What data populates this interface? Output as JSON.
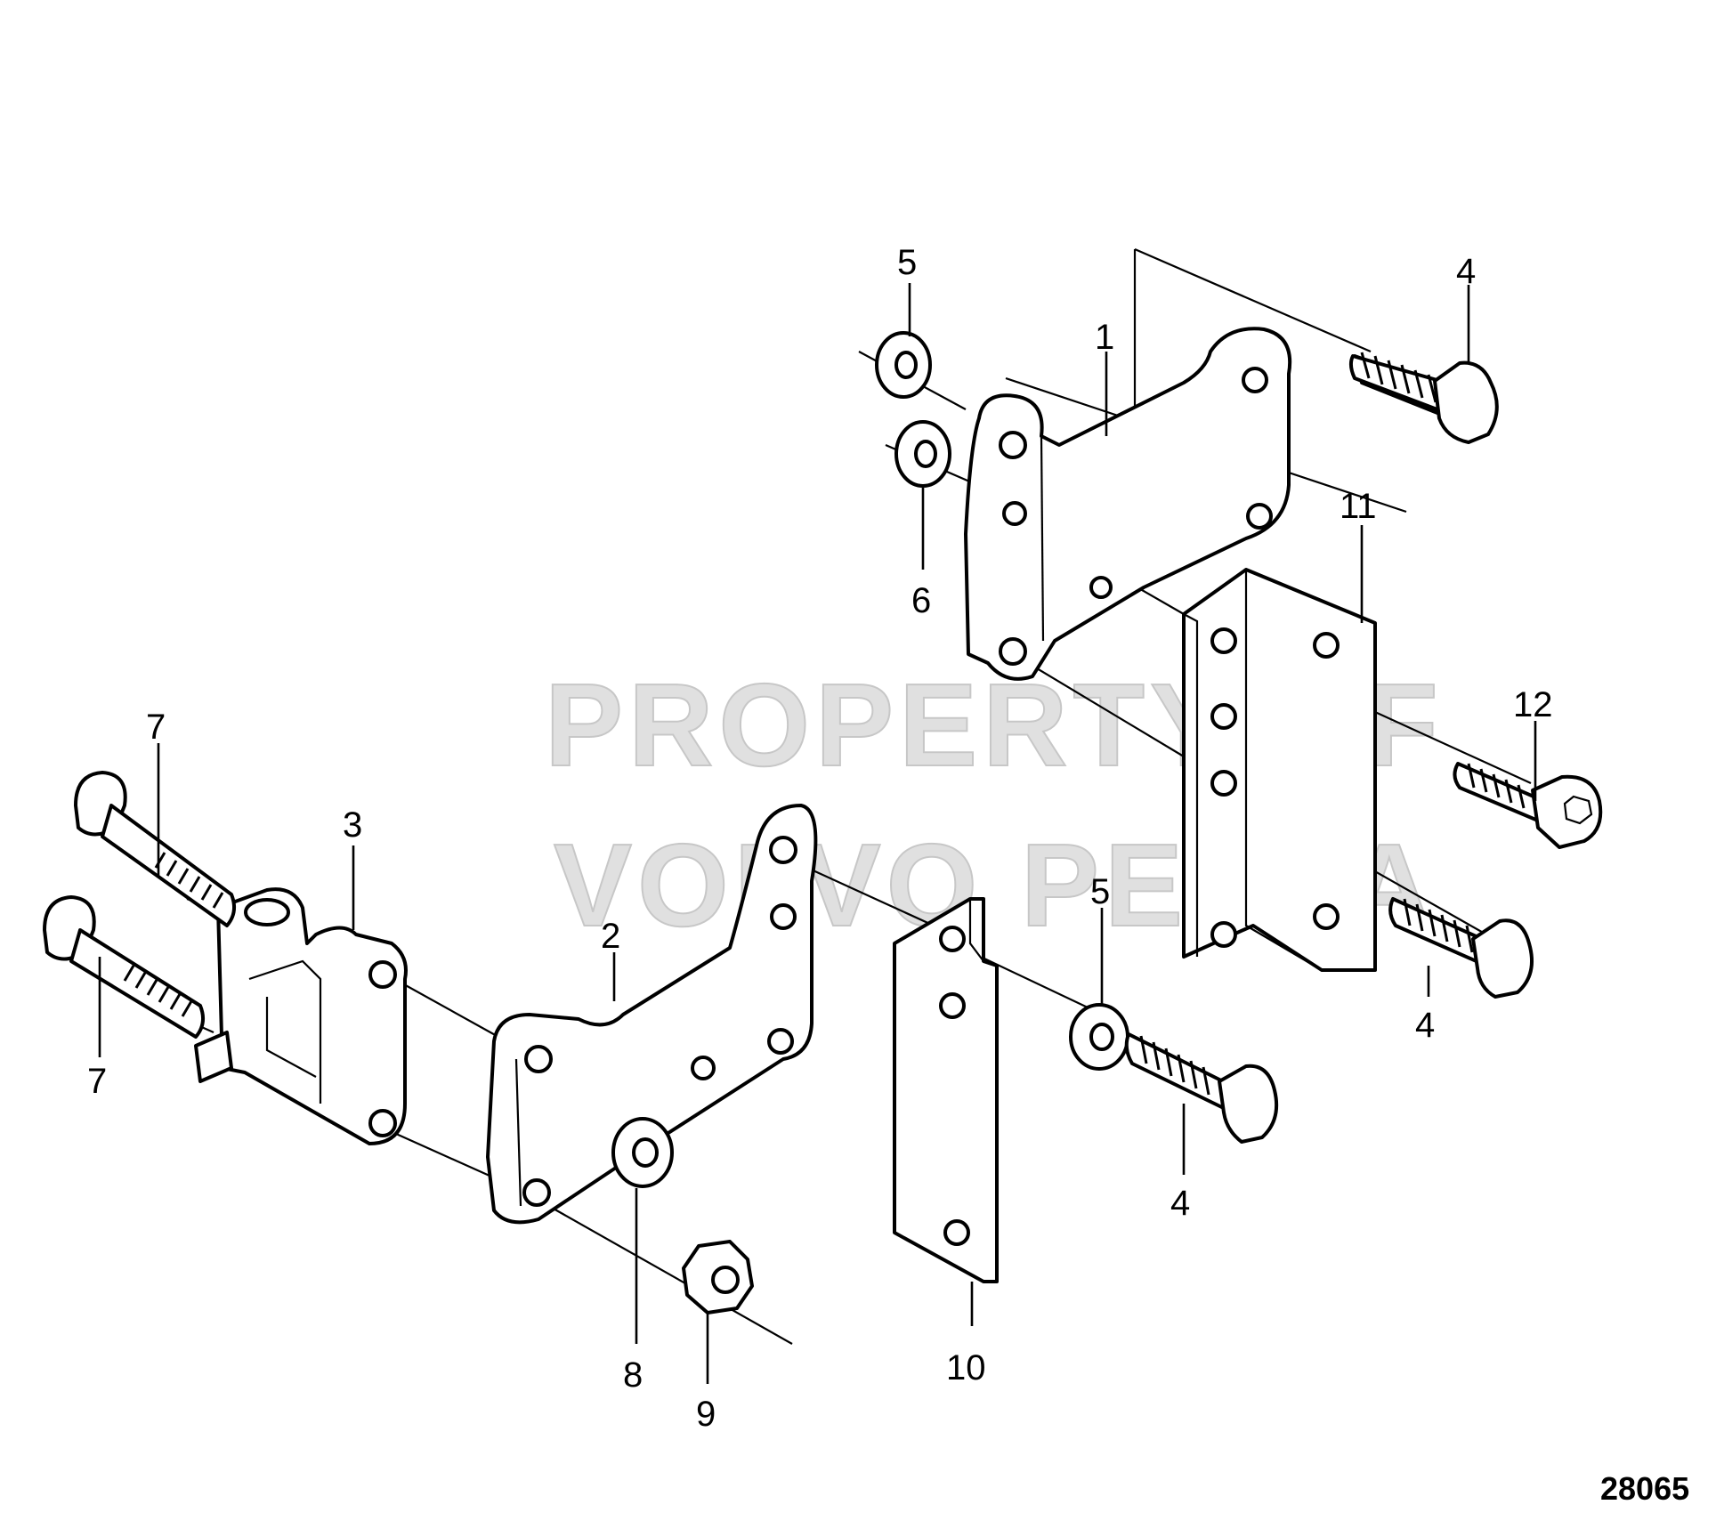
{
  "watermark": {
    "line1": "PROPERTY OF",
    "line2": "VOLVO PENTA"
  },
  "figure_number": "28065",
  "callouts": [
    {
      "id": "c5a",
      "label": "5"
    },
    {
      "id": "c4a",
      "label": "4"
    },
    {
      "id": "c1",
      "label": "1"
    },
    {
      "id": "c6",
      "label": "6"
    },
    {
      "id": "c11",
      "label": "11"
    },
    {
      "id": "c12",
      "label": "12"
    },
    {
      "id": "c7a",
      "label": "7"
    },
    {
      "id": "c3",
      "label": "3"
    },
    {
      "id": "c5b",
      "label": "5"
    },
    {
      "id": "c2",
      "label": "2"
    },
    {
      "id": "c4b",
      "label": "4"
    },
    {
      "id": "c7b",
      "label": "7"
    },
    {
      "id": "c4c",
      "label": "4"
    },
    {
      "id": "c10",
      "label": "10"
    },
    {
      "id": "c8",
      "label": "8"
    },
    {
      "id": "c9",
      "label": "9"
    }
  ]
}
